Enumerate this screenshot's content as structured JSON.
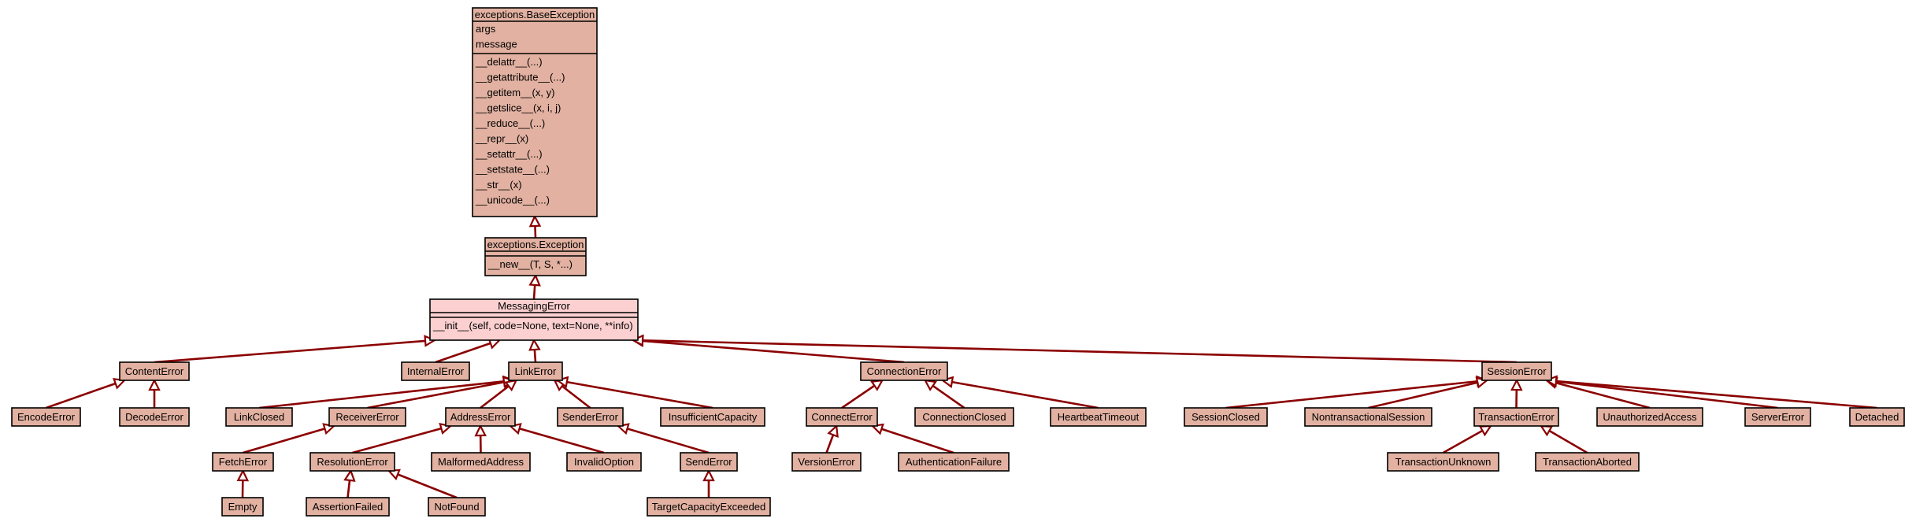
{
  "colors": {
    "class_fill": "#e2b1a1",
    "highlight_fill": "#fcd0d0",
    "border": "#000000",
    "edge": "#8b0000",
    "arrow_fill": "#ffffff"
  },
  "classes": [
    {
      "id": "BaseException",
      "name": "exceptions.BaseException",
      "attributes": [
        "args",
        "message"
      ],
      "methods": [
        "__delattr__(...)",
        "__getattribute__(...)",
        "__getitem__(x, y)",
        "__getslice__(x, i, j)",
        "__reduce__(...)",
        "__repr__(x)",
        "__setattr__(...)",
        "__setstate__(...)",
        "__str__(x)",
        "__unicode__(...)"
      ]
    },
    {
      "id": "Exception",
      "name": "exceptions.Exception",
      "attributes": [],
      "methods": [
        "__new__(T, S, *...)"
      ]
    },
    {
      "id": "MessagingError",
      "name": "MessagingError",
      "highlight": true,
      "attributes": [],
      "methods": [
        "__init__(self, code=None, text=None, **info)"
      ]
    },
    {
      "id": "ContentError",
      "name": "ContentError"
    },
    {
      "id": "InternalError",
      "name": "InternalError"
    },
    {
      "id": "LinkError",
      "name": "LinkError"
    },
    {
      "id": "ConnectionError",
      "name": "ConnectionError"
    },
    {
      "id": "SessionError",
      "name": "SessionError"
    },
    {
      "id": "EncodeError",
      "name": "EncodeError"
    },
    {
      "id": "DecodeError",
      "name": "DecodeError"
    },
    {
      "id": "LinkClosed",
      "name": "LinkClosed"
    },
    {
      "id": "ReceiverError",
      "name": "ReceiverError"
    },
    {
      "id": "AddressError",
      "name": "AddressError"
    },
    {
      "id": "SenderError",
      "name": "SenderError"
    },
    {
      "id": "InsufficientCapacity",
      "name": "InsufficientCapacity"
    },
    {
      "id": "ConnectError",
      "name": "ConnectError"
    },
    {
      "id": "ConnectionClosed",
      "name": "ConnectionClosed"
    },
    {
      "id": "HeartbeatTimeout",
      "name": "HeartbeatTimeout"
    },
    {
      "id": "SessionClosed",
      "name": "SessionClosed"
    },
    {
      "id": "NontransactionalSession",
      "name": "NontransactionalSession"
    },
    {
      "id": "TransactionError",
      "name": "TransactionError"
    },
    {
      "id": "UnauthorizedAccess",
      "name": "UnauthorizedAccess"
    },
    {
      "id": "ServerError",
      "name": "ServerError"
    },
    {
      "id": "Detached",
      "name": "Detached"
    },
    {
      "id": "FetchError",
      "name": "FetchError"
    },
    {
      "id": "ResolutionError",
      "name": "ResolutionError"
    },
    {
      "id": "MalformedAddress",
      "name": "MalformedAddress"
    },
    {
      "id": "InvalidOption",
      "name": "InvalidOption"
    },
    {
      "id": "SendError",
      "name": "SendError"
    },
    {
      "id": "VersionError",
      "name": "VersionError"
    },
    {
      "id": "AuthenticationFailure",
      "name": "AuthenticationFailure"
    },
    {
      "id": "TransactionUnknown",
      "name": "TransactionUnknown"
    },
    {
      "id": "TransactionAborted",
      "name": "TransactionAborted"
    },
    {
      "id": "Empty",
      "name": "Empty"
    },
    {
      "id": "AssertionFailed",
      "name": "AssertionFailed"
    },
    {
      "id": "NotFound",
      "name": "NotFound"
    },
    {
      "id": "TargetCapacityExceeded",
      "name": "TargetCapacityExceeded"
    }
  ],
  "inheritance": [
    [
      "Exception",
      "BaseException"
    ],
    [
      "MessagingError",
      "Exception"
    ],
    [
      "ContentError",
      "MessagingError"
    ],
    [
      "InternalError",
      "MessagingError"
    ],
    [
      "LinkError",
      "MessagingError"
    ],
    [
      "ConnectionError",
      "MessagingError"
    ],
    [
      "SessionError",
      "MessagingError"
    ],
    [
      "EncodeError",
      "ContentError"
    ],
    [
      "DecodeError",
      "ContentError"
    ],
    [
      "LinkClosed",
      "LinkError"
    ],
    [
      "ReceiverError",
      "LinkError"
    ],
    [
      "AddressError",
      "LinkError"
    ],
    [
      "SenderError",
      "LinkError"
    ],
    [
      "InsufficientCapacity",
      "LinkError"
    ],
    [
      "ConnectError",
      "ConnectionError"
    ],
    [
      "ConnectionClosed",
      "ConnectionError"
    ],
    [
      "HeartbeatTimeout",
      "ConnectionError"
    ],
    [
      "SessionClosed",
      "SessionError"
    ],
    [
      "NontransactionalSession",
      "SessionError"
    ],
    [
      "TransactionError",
      "SessionError"
    ],
    [
      "UnauthorizedAccess",
      "SessionError"
    ],
    [
      "ServerError",
      "SessionError"
    ],
    [
      "Detached",
      "SessionError"
    ],
    [
      "FetchError",
      "ReceiverError"
    ],
    [
      "ResolutionError",
      "AddressError"
    ],
    [
      "MalformedAddress",
      "AddressError"
    ],
    [
      "InvalidOption",
      "AddressError"
    ],
    [
      "SendError",
      "SenderError"
    ],
    [
      "VersionError",
      "ConnectError"
    ],
    [
      "AuthenticationFailure",
      "ConnectError"
    ],
    [
      "TransactionUnknown",
      "TransactionError"
    ],
    [
      "TransactionAborted",
      "TransactionError"
    ],
    [
      "Empty",
      "FetchError"
    ],
    [
      "AssertionFailed",
      "ResolutionError"
    ],
    [
      "NotFound",
      "ResolutionError"
    ],
    [
      "TargetCapacityExceeded",
      "SendError"
    ]
  ]
}
